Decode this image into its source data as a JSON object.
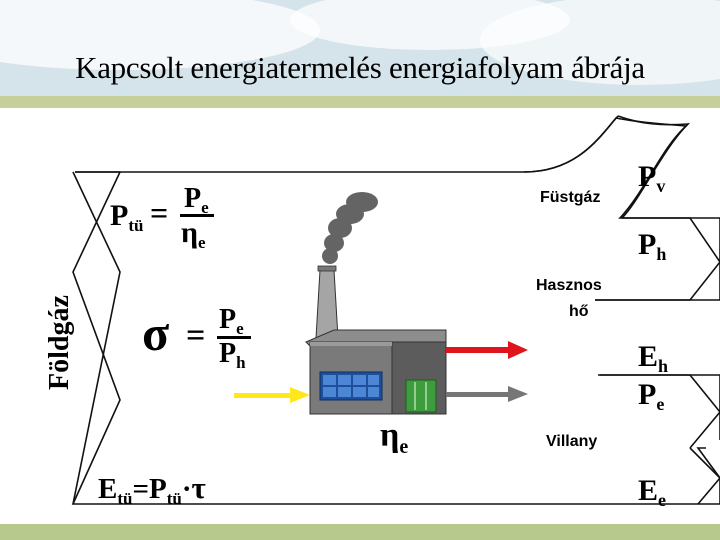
{
  "title": "Kapcsolt energiatermelés energiafolyam ábrája",
  "input_label": "Földgáz",
  "formulas": {
    "fuel_power": {
      "lhs_main": "P",
      "lhs_sub": "tü",
      "eq": "=",
      "num_main": "P",
      "num_sub": "e",
      "den_main": "η",
      "den_sub": "e"
    },
    "sigma": {
      "symbol": "σ",
      "eq": "=",
      "num_main": "P",
      "num_sub": "e",
      "den_main": "P",
      "den_sub": "h"
    },
    "fuel_energy": {
      "lhs_main": "E",
      "lhs_sub": "tü",
      "eq": "=",
      "mid_main": "P",
      "mid_sub": "tü",
      "dot": "·",
      "tau": "τ"
    }
  },
  "plant": {
    "efficiency_main": "η",
    "efficiency_sub": "e"
  },
  "outputs": {
    "flue_gas": {
      "label": "Füstgáz",
      "symbol_main": "P",
      "symbol_sub": "v"
    },
    "useful_heat": {
      "label_line1": "Hasznos",
      "label_line2": "hő",
      "top_main": "P",
      "top_sub": "h",
      "bottom_main": "E",
      "bottom_sub": "h"
    },
    "electricity": {
      "label": "Villany",
      "top_main": "P",
      "top_sub": "e",
      "bottom_main": "E",
      "bottom_sub": "e"
    }
  },
  "colors": {
    "heat_arrow": "#e0141c",
    "fuel_arrow": "#ffe81a",
    "power_arrow": "#767676",
    "building": "#6b6b6b",
    "windows": "#2e67b8",
    "door": "#4ca84a"
  }
}
